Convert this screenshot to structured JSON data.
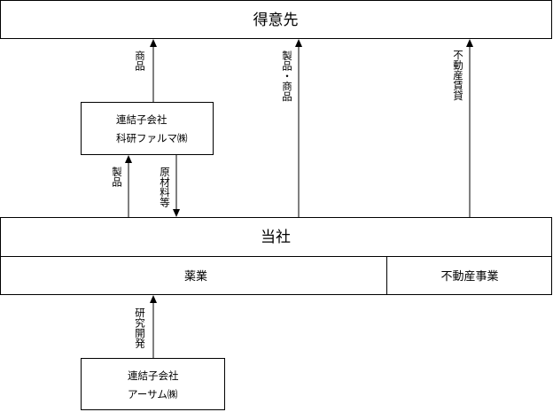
{
  "nodes": {
    "customer": "得意先",
    "company": "当社",
    "pharma_segment": "薬業",
    "realestate_segment": "不動産事業",
    "subsidiary_kaken": {
      "line1": "連結子会社",
      "line2": "科研ファルマ㈱"
    },
    "subsidiary_earthum": {
      "line1": "連結子会社",
      "line2": "アーサム㈱"
    }
  },
  "edges": {
    "kaken_to_customer": "商品",
    "company_to_customer": "製品・商品",
    "realestate_to_customer": "不動産賃貸",
    "company_to_kaken": "製品",
    "kaken_to_company": "原材料等",
    "earthum_to_pharma": "研究開発"
  }
}
